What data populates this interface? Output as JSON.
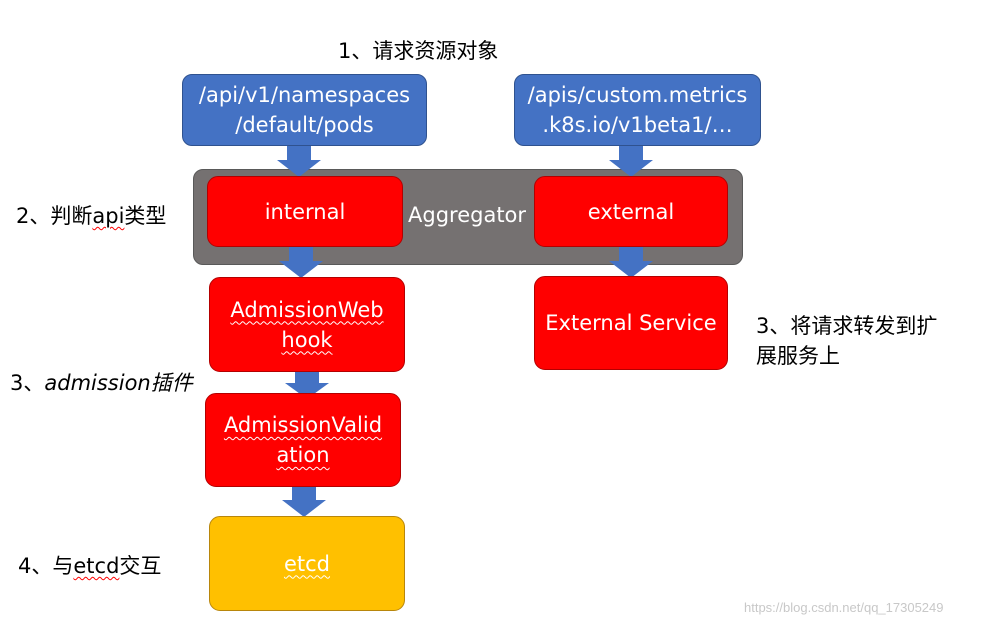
{
  "notes": {
    "step1": "1、请求资源对象",
    "step2_prefix": "2、判断",
    "step2_api": "api",
    "step2_suffix": "类型",
    "step3a_prefix": "3、",
    "step3a_text": "admission插件",
    "step3b_line1": "3、将请求转发到扩",
    "step3b_line2": "展服务上",
    "step4_prefix": "4、与",
    "step4_etcd": "etcd",
    "step4_suffix": "交互"
  },
  "boxes": {
    "api_core_line1": "/api/v1/namespaces",
    "api_core_line2": "/default/pods",
    "api_custom_line1": "/apis/custom.metrics",
    "api_custom_line2": ".k8s.io/v1beta1/…",
    "aggregator": "Aggregator",
    "internal": "internal",
    "external": "external",
    "admission_webhook_line1": "AdmissionWeb",
    "admission_webhook_line2": "hook",
    "admission_validation_line1": "AdmissionValid",
    "admission_validation_line2": "ation",
    "external_service": "External Service",
    "etcd": "etcd"
  },
  "watermark": "https://blog.csdn.net/qq_17305249",
  "colors": {
    "api_box": "#4472c4",
    "component_box": "#ff0000",
    "aggregator_box": "#757171",
    "etcd_box": "#ffc000",
    "arrow": "#4472c4"
  }
}
